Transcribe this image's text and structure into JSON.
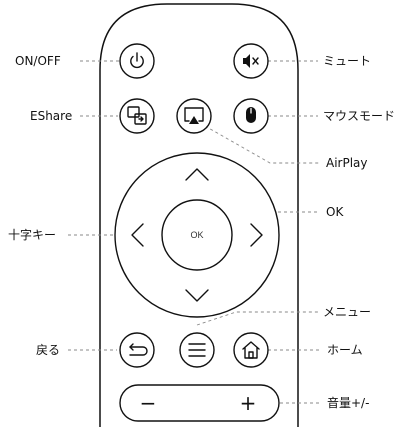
{
  "labels": {
    "power": "ON/OFF",
    "mute": "ミュート",
    "eshare": "EShare",
    "mouse_mode": "マウスモード",
    "airplay": "AirPlay",
    "ok": "OK",
    "dpad": "十字キー",
    "menu": "メニュー",
    "back": "戻る",
    "home": "ホーム",
    "volume": "音量+/-"
  },
  "buttons": {
    "ok_text": "OK",
    "vol_minus": "−",
    "vol_plus": "+"
  },
  "icons": {
    "power": "power-icon",
    "mute": "speaker-mute-icon",
    "eshare": "screen-share-icon",
    "airplay": "airplay-icon",
    "mouse": "mouse-icon",
    "back": "back-arrow-icon",
    "menu": "hamburger-menu-icon",
    "home": "home-icon"
  }
}
